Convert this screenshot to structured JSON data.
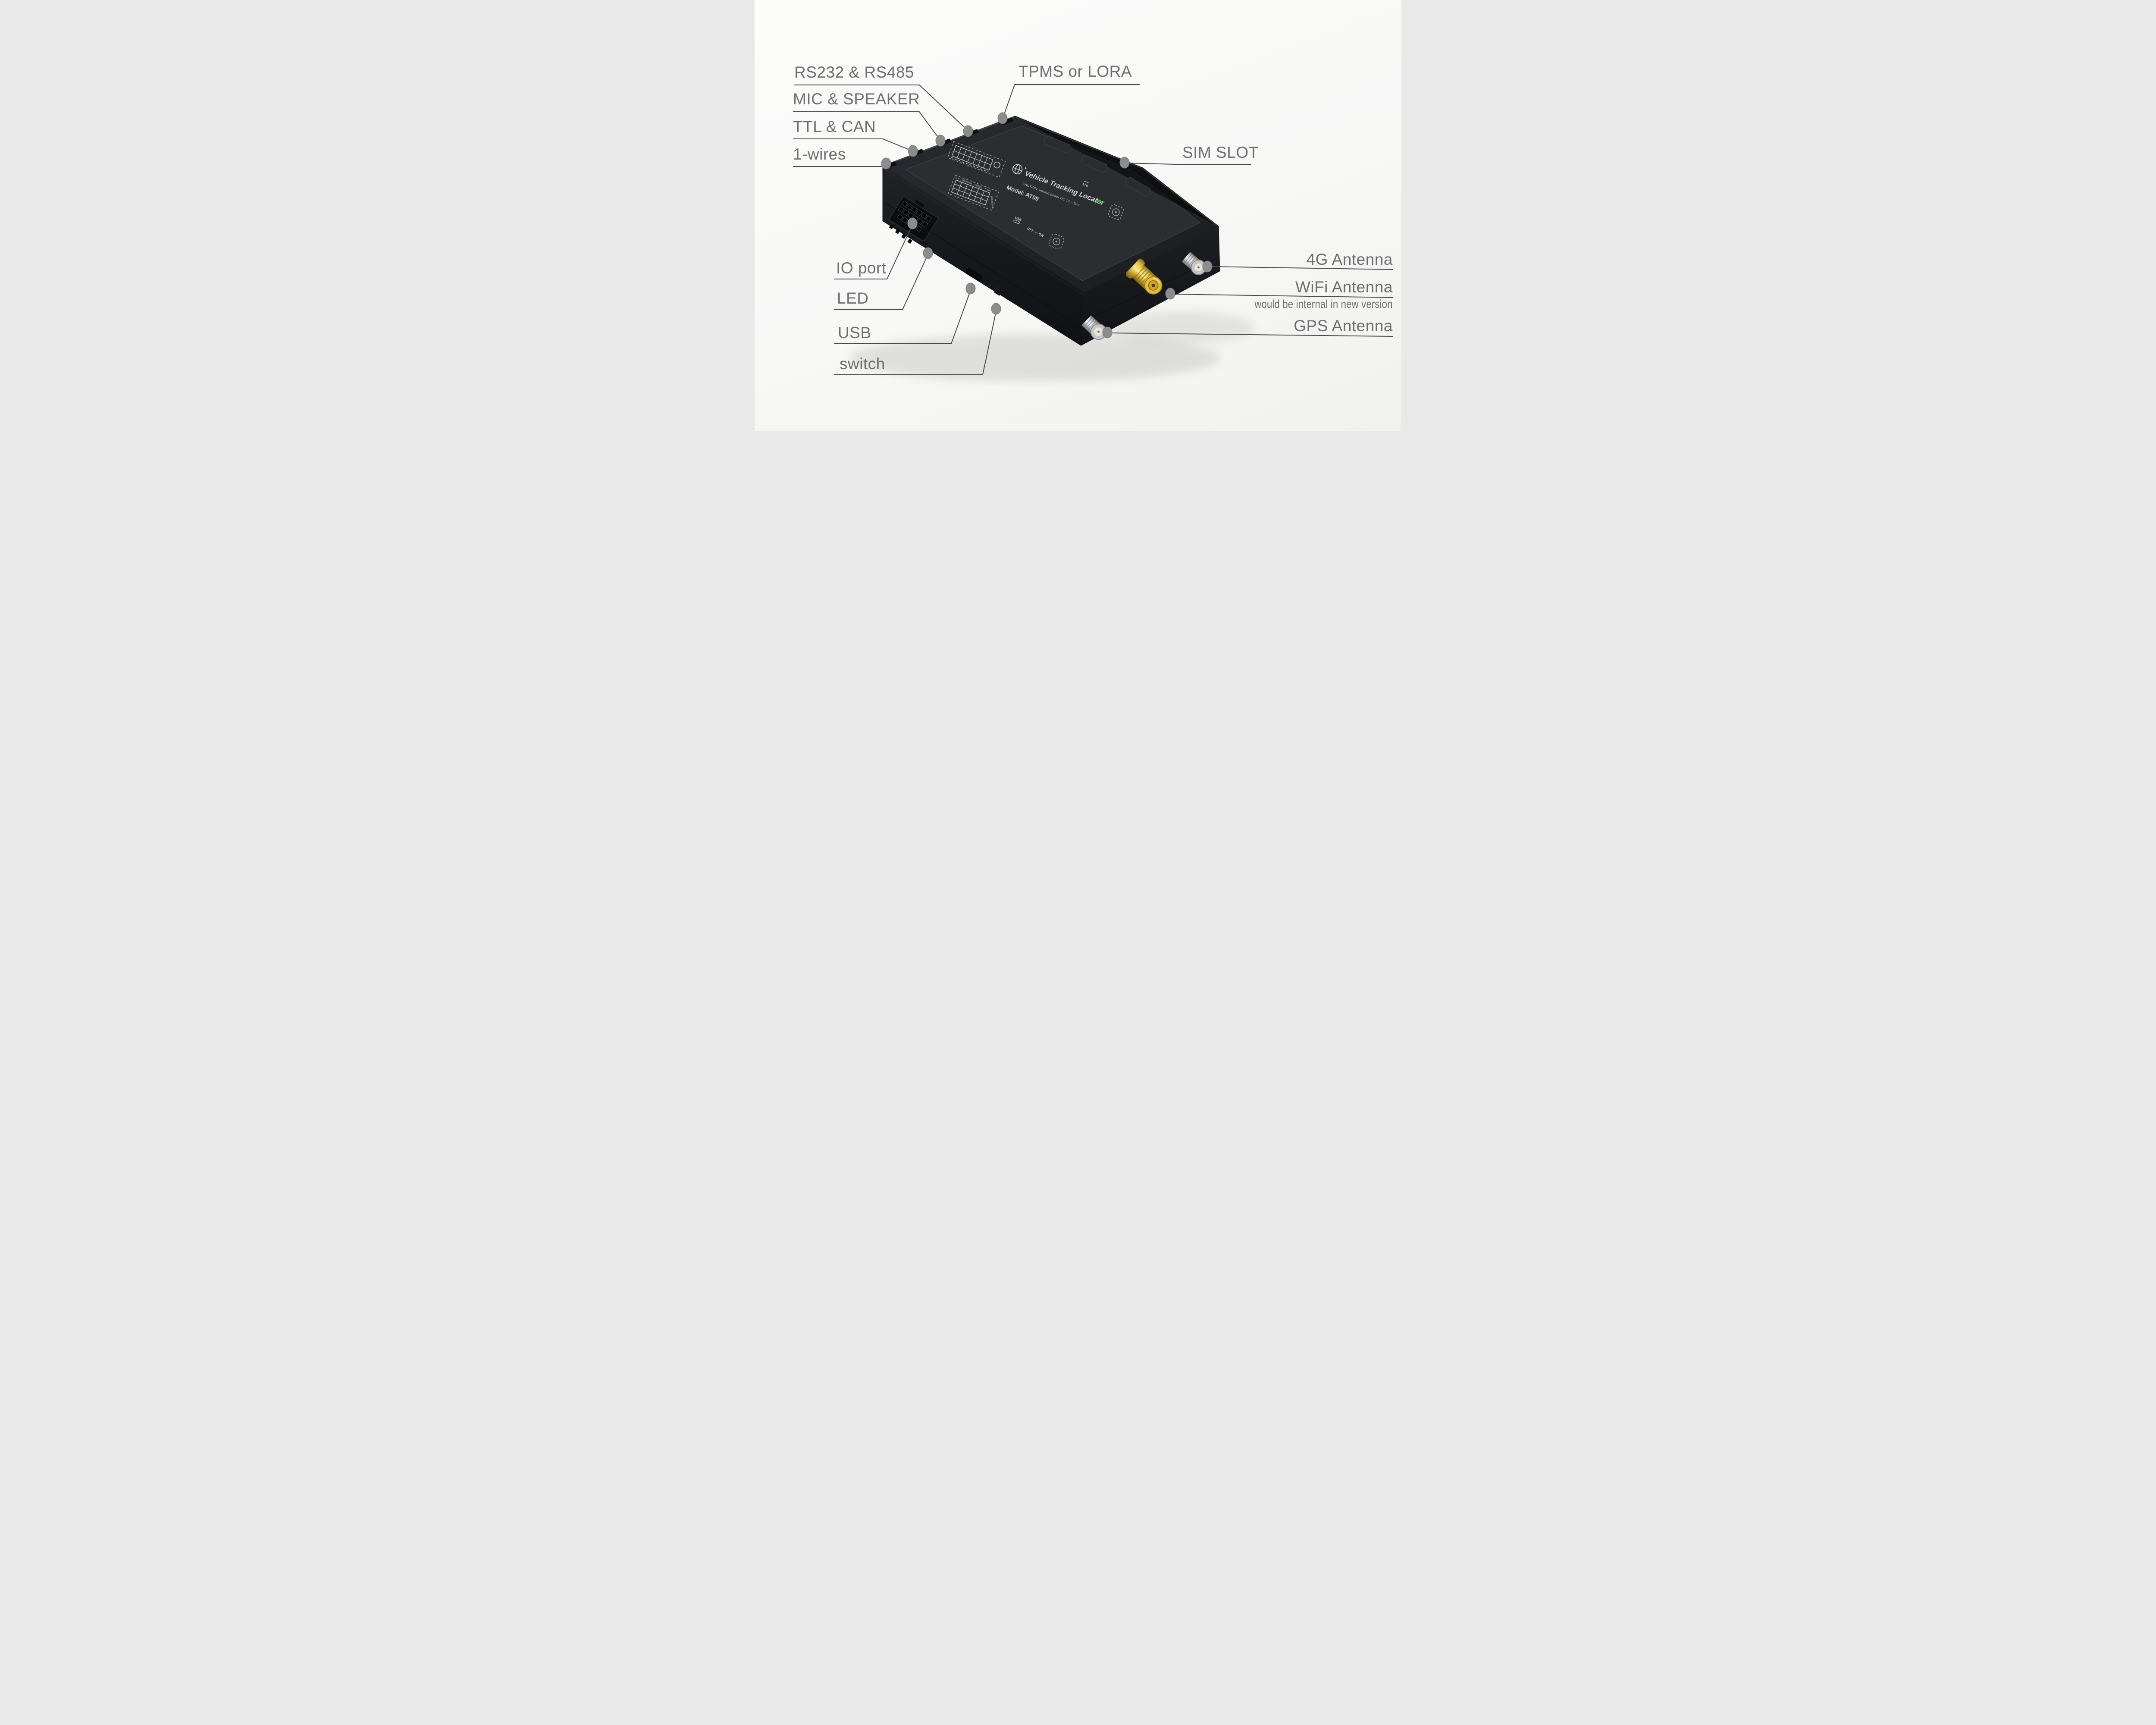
{
  "scene": {
    "description": "Annotated product photo diagram of a GPS vehicle tracking device with callout labels",
    "background_color": "#fafaf9",
    "callout_text_color": "#6d6e70",
    "callout_line_color": "#4a4b4d",
    "callout_dot_color": "#8c8c8c"
  },
  "labels": {
    "rs232": "RS232 & RS485",
    "mic": "MIC & SPEAKER",
    "ttl": "TTL & CAN",
    "wires": "1-wires",
    "tpms": "TPMS or LORA",
    "sim": "SIM SLOT",
    "io": "IO port",
    "led": "LED",
    "usb": "USB",
    "switch": "switch",
    "antenna_4g": "4G Antenna",
    "antenna_wifi": "WiFi Antenna",
    "wifi_note": "would be internal in new version",
    "antenna_gps": "GPS Antenna"
  },
  "device": {
    "kind": "vehicle GPS tracker",
    "prints": {
      "logo": "Vehicle Tracking Locator",
      "caution": "CAUTION: Inward power DC 12 ~ 50V",
      "model": "Model: AT09",
      "usb": "USB",
      "power_switch": "OFF — ON",
      "sim": "SIM",
      "io_grid_caption": "AN · OUTPUT · INPUT · PWR",
      "io_grid_section": "SECTION A"
    },
    "colors": {
      "body": "#232428",
      "top_panel": "#2c2d31",
      "print_white": "#d6d6d2",
      "logo_green": "#3fb14d",
      "gold_connector": "#d4ab2f",
      "silver_connector": "#c6c7c9"
    }
  }
}
